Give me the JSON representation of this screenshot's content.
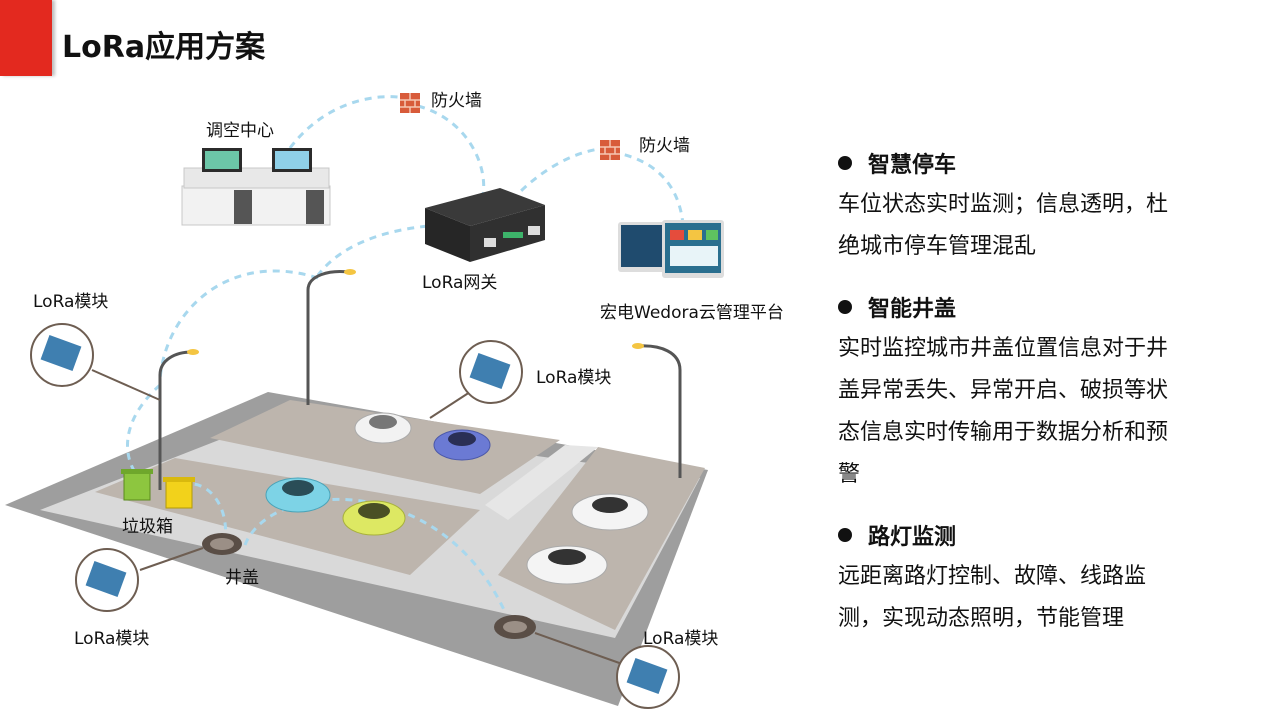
{
  "title": "LoRa应用方案",
  "labels": {
    "dispatch_center": "调空中心",
    "firewall_1": "防火墙",
    "firewall_2": "防火墙",
    "gateway": "LoRa网关",
    "cloud_platform": "宏电Wedora云管理平台",
    "module_left": "LoRa模块",
    "module_middle": "LoRa模块",
    "module_bottom_left": "LoRa模块",
    "module_bottom_right": "LoRa模块",
    "trash_bin": "垃圾箱",
    "manhole": "井盖"
  },
  "bullets": [
    {
      "heading": "智慧停车",
      "body": "车位状态实时监测；信息透明，杜绝城市停车管理混乱"
    },
    {
      "heading": "智能井盖",
      "body": "实时监控城市井盖位置信息对于井盖异常丢失、异常开启、破损等状态信息实时传输用于数据分析和预警"
    },
    {
      "heading": "路灯监测",
      "body": "远距离路灯控制、故障、线路监测，实现动态照明，节能管理"
    }
  ],
  "colors": {
    "accent": "#e3291f",
    "link": "#a8d8ee",
    "road": "#9c9c9c",
    "lot": "#bcb4ac",
    "lane": "#e6e6e6"
  }
}
